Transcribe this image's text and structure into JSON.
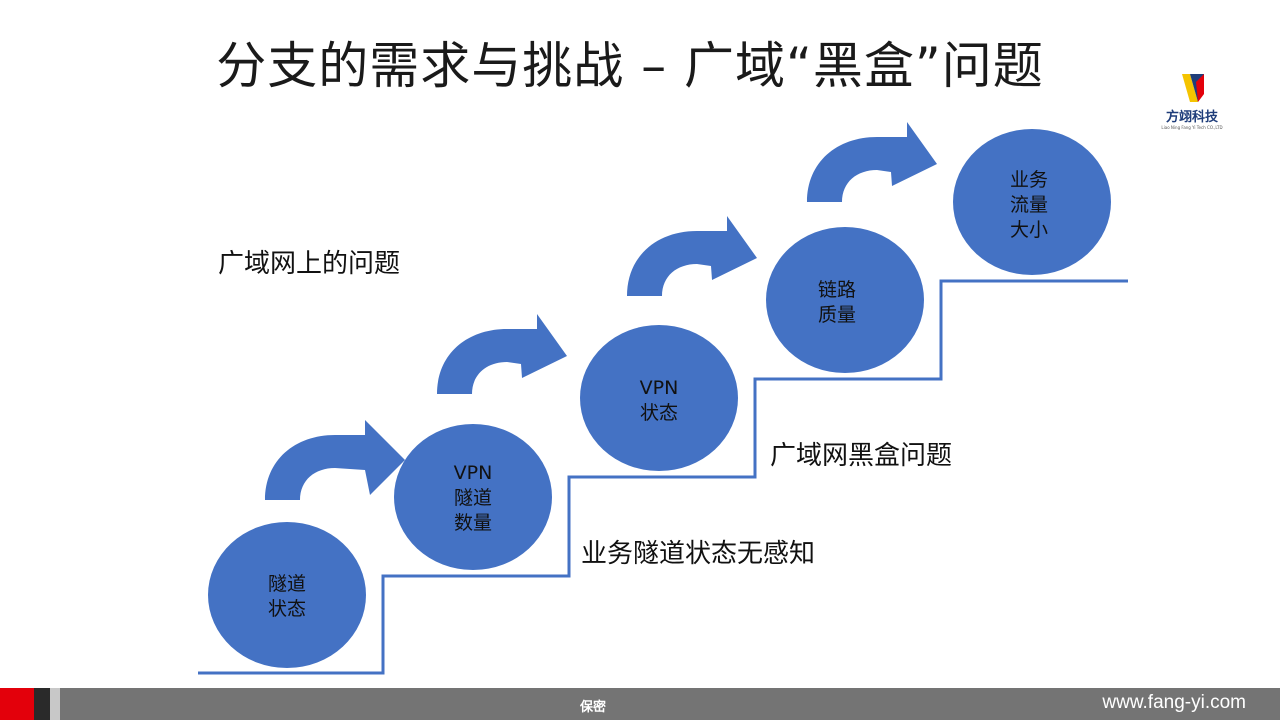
{
  "slide": {
    "title": "分支的需求与挑战 – 广域“黑盒”问题",
    "logo": {
      "name": "方翊科技",
      "subtitle": "Liao Ning Fang Yi Tech CO.,LTD"
    },
    "labels": {
      "wan_issues": "广域网上的问题",
      "tunnel_unaware": "业务隧道状态无感知",
      "wan_blackbox": "广域网黑盒问题"
    },
    "steps": [
      {
        "lines": [
          "隧道",
          "状态"
        ]
      },
      {
        "lines": [
          "VPN",
          "隧道",
          "数量"
        ]
      },
      {
        "lines": [
          "VPN",
          "状态"
        ]
      },
      {
        "lines": [
          "链路",
          "质量"
        ]
      },
      {
        "lines": [
          "业务",
          "流量",
          "大小"
        ]
      }
    ],
    "colors": {
      "circle": "#4472c4",
      "stairs": "#4472c4",
      "footer_red": "#e3000b",
      "footer_gray": "#747474"
    }
  },
  "footer": {
    "center": "保密",
    "url": "www.fang-yi.com"
  }
}
